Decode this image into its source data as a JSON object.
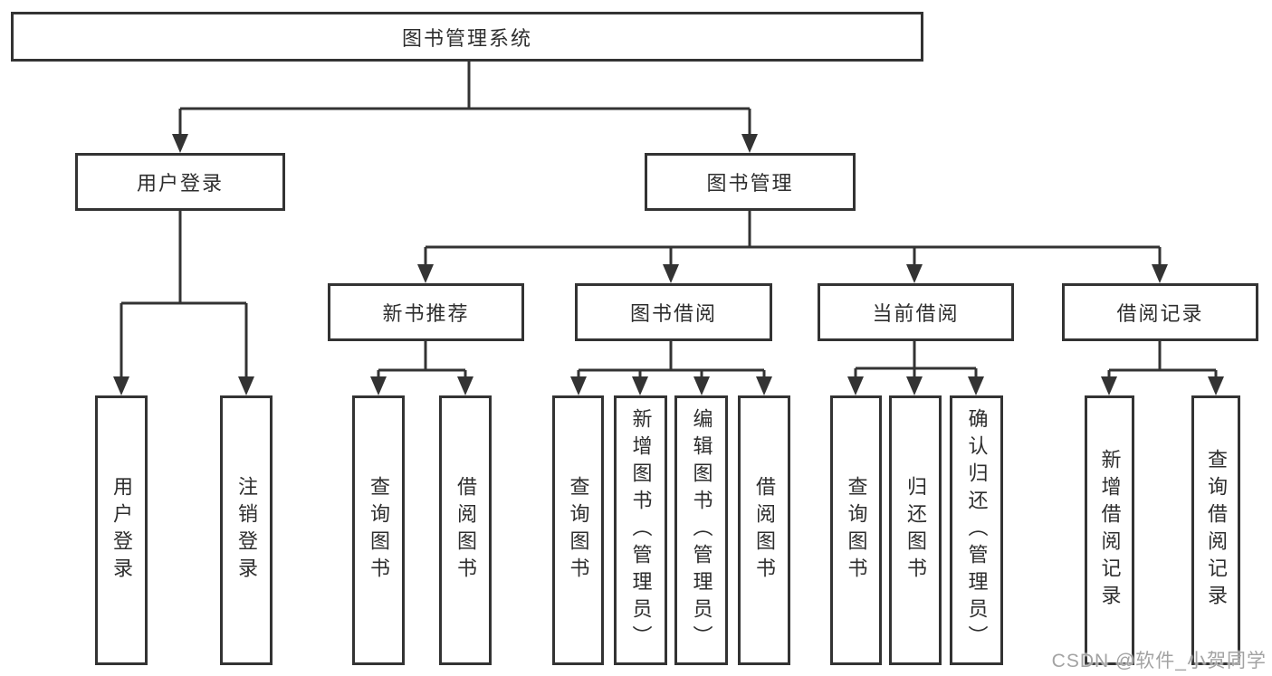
{
  "diagram_title": "图书管理系统",
  "tree": {
    "root": {
      "label": "图书管理系统",
      "children": [
        {
          "label": "用户登录",
          "children": [
            {
              "label": "用户登录"
            },
            {
              "label": "注销登录"
            }
          ]
        },
        {
          "label": "图书管理",
          "children": [
            {
              "label": "新书推荐",
              "children": [
                {
                  "label": "查询图书"
                },
                {
                  "label": "借阅图书"
                }
              ]
            },
            {
              "label": "图书借阅",
              "children": [
                {
                  "label": "查询图书"
                },
                {
                  "label": "新增图书（管理员）"
                },
                {
                  "label": "编辑图书（管理员）"
                },
                {
                  "label": "借阅图书"
                }
              ]
            },
            {
              "label": "当前借阅",
              "children": [
                {
                  "label": "查询图书"
                },
                {
                  "label": "归还图书"
                },
                {
                  "label": "确认归还（管理员）"
                }
              ]
            },
            {
              "label": "借阅记录",
              "children": [
                {
                  "label": "新增借阅记录"
                },
                {
                  "label": "查询借阅记录"
                }
              ]
            }
          ]
        }
      ]
    }
  },
  "watermark": "CSDN @软件_小贺同学",
  "colors": {
    "line": "#333333",
    "box_fill": "#ffffff",
    "text": "#2e2e2e",
    "watermark": "#a3a3a3"
  }
}
